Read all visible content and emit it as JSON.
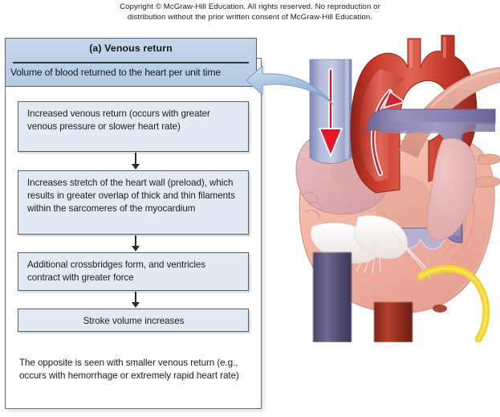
{
  "copyright": {
    "line1": "Copyright © McGraw-Hill Education.  All rights reserved. No reproduction or",
    "line2": "distribution without the prior written consent of  McGraw-Hill Education."
  },
  "panel": {
    "header": {
      "title": "(a) Venous return",
      "definition": "Volume of blood returned to the heart per unit time"
    },
    "steps": [
      {
        "text": "Increased venous return (occurs with greater venous pressure or slower heart rate)"
      },
      {
        "text": "Increases stretch of the heart wall (preload), which results in greater overlap of thick and thin filaments within the sarcomeres of the myocardium"
      },
      {
        "text": "Additional crossbridges form, and ventricles contract with greater force"
      },
      {
        "text": "Stroke volume increases"
      }
    ],
    "note": "The opposite is seen with smaller venous return (e.g., occurs with hemorrhage or extremely rapid heart rate)"
  },
  "illustration": {
    "name": "heart-cutaway-illustration",
    "callout_arrow": "callout-arrow-to-venous-return",
    "structures": [
      "superior-vena-cava",
      "aortic-arch",
      "pulmonary-trunk",
      "right-atrium",
      "right-ventricle",
      "tricuspid-valve",
      "chordae-tendineae",
      "purkinje-fiber",
      "inferior-vena-cava",
      "descending-aorta"
    ],
    "flow_arrows": [
      {
        "name": "venous-inflow-arrow",
        "color": "#e8152a",
        "direction": "down"
      },
      {
        "name": "aortic-outflow-arrow",
        "color": "#d62035",
        "direction": "up"
      }
    ]
  },
  "colors": {
    "header_blue": "#bcd0e6",
    "box_blue": "#e2eaf4",
    "border_gray": "#5b5f66",
    "callout_blue": "#a9c4e0",
    "aorta_red": "#c0392b",
    "vein_blue": "#9aa6cf",
    "pulmonary_purple": "#8d86b5",
    "myocardium_pink": "#f0b9ab",
    "purkinje_yellow": "#f5d833"
  }
}
